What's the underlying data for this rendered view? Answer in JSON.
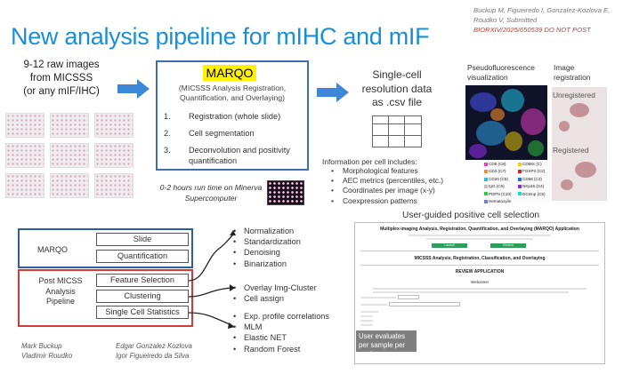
{
  "title": "New analysis pipeline for mIHC and mIF",
  "citation": {
    "authors_line1": "Buckup M, Figueiredo I, Gonzalez-Kozlova E,",
    "authors_line2": "Roudko V, Submitted",
    "notice": "BIORXIV/2025/650539 DO NOT POST"
  },
  "raw_images": {
    "line1": "9-12 raw images",
    "line2": "from MICSSS",
    "line3": "(or any mIF/IHC)"
  },
  "marqo": {
    "name": "MARQO",
    "subtitle": "(MICSSS Analysis Registration, Quantification, and Overlaying)",
    "steps": [
      {
        "num": "1.",
        "text": "Registration (whole slide)"
      },
      {
        "num": "2.",
        "text": "Cell segmentation"
      },
      {
        "num": "3.",
        "text": "Deconvolution and positivity quantification"
      }
    ],
    "runtime": "0-2 hours run time on Minerva Supercomputer"
  },
  "single_cell": {
    "line1": "Single-cell",
    "line2": "resolution data",
    "line3": "as .csv file",
    "info_heading": "Information per cell includes:",
    "info_items": [
      "Morphological features",
      "AEC metrics (percentiles, etc.)",
      "Coordinates per image (x-y)",
      "Coexpression patterns"
    ]
  },
  "pseudofluorescence": {
    "label_line1": "Pseudofluorescence",
    "label_line2": "visualization",
    "legend": [
      {
        "text": "CD8 (C8)",
        "color": "#e63cc8"
      },
      {
        "text": "CD68c (C)",
        "color": "#f5d000"
      },
      {
        "text": "CD3 (C7)",
        "color": "#f08a2a"
      },
      {
        "text": "FOXP3 (C2)",
        "color": "#e02020"
      },
      {
        "text": "CD20 (C8)",
        "color": "#2cb5e8"
      },
      {
        "text": "CD68 (C3)",
        "color": "#1f6fe0"
      },
      {
        "text": "IgG (C9)",
        "color": "#c0c0c0"
      },
      {
        "text": "NKp46 (C4)",
        "color": "#8a2be2"
      },
      {
        "text": "PDPN (C10)",
        "color": "#2ecc40"
      },
      {
        "text": "DCsmp (C5)",
        "color": "#00e5d0"
      },
      {
        "text": "Hematoxylin",
        "color": "#6a7fd8"
      }
    ]
  },
  "image_registration": {
    "label_line1": "Image",
    "label_line2": "registration",
    "unregistered": "Unregistered",
    "registered": "Registered"
  },
  "user_guided": {
    "heading": "User-guided positive cell selection",
    "app_title": "Multiplex-imaging Analysis, Registration, Quantification, and Overlaying (MARQO) Application",
    "app_title2": "MICSSS Analysis, Registration, Classification, and Overlaying",
    "review": "REVIEW APPLICATION",
    "welcome": "Welcome!",
    "btn1": "Launch",
    "btn2": "Review",
    "tooltip": "User evaluates per sample per marker"
  },
  "pipeline": {
    "marqo_label": "MARQO",
    "post_label": "Post MICSS Analysis Pipeline",
    "marqo_boxes": [
      "Slide",
      "Quantification"
    ],
    "post_boxes": [
      "Feature Selection",
      "Clustering",
      "Single Cell Statistics"
    ],
    "outputs_group1": [
      "Normalization",
      "Standardization",
      "Denoising",
      "Binarization"
    ],
    "outputs_group2": [
      "Overlay Img-Cluster",
      "Cell assign"
    ],
    "outputs_group3": [
      "Exp. profile correlations",
      "MLM",
      "Elastic NET",
      "Random Forest"
    ]
  },
  "authors": {
    "col1": [
      "Mark Buckup",
      "Vladimir Roudko"
    ],
    "col2": [
      "Edgar Gonzalez Kozlova",
      "Igor Figueiredo da Silva"
    ]
  },
  "colors": {
    "title_blue": "#1a8fd8",
    "arrow_blue": "#3d86d8",
    "marqo_border": "#3d6fae",
    "post_border": "#d23a3a",
    "highlight_yellow": "#fff200"
  }
}
